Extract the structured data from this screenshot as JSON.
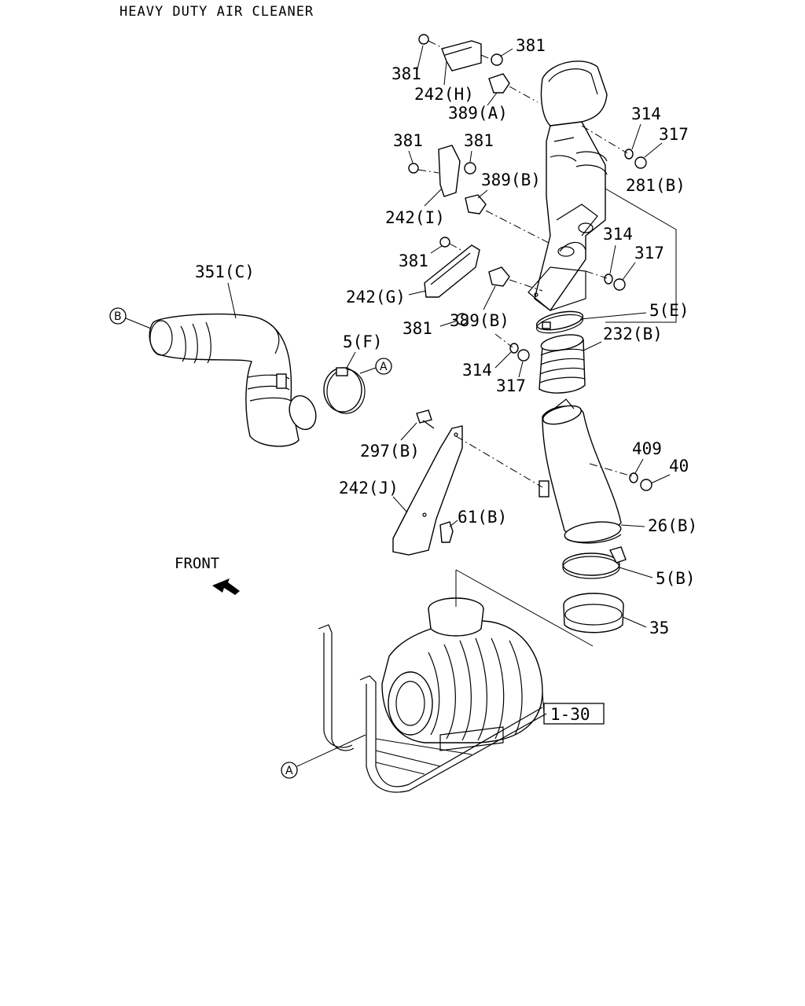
{
  "title": "HEAVY DUTY AIR CLEANER",
  "front_label": "FRONT",
  "ref_box": "1-30",
  "circle_markers": {
    "a1": "A",
    "a2": "A",
    "b1": "B"
  },
  "labels": {
    "381a": "381",
    "381b": "381",
    "242H": "242(H)",
    "389A": "389(A)",
    "314a": "314",
    "317a": "317",
    "381c": "381",
    "381d": "381",
    "389B1": "389(B)",
    "281B": "281(B)",
    "242I": "242(I)",
    "314b": "314",
    "317b": "317",
    "381e": "381",
    "351C": "351(C)",
    "242G": "242(G)",
    "389B2": "389(B)",
    "5E": "5(E)",
    "381f": "381",
    "5F": "5(F)",
    "232B": "232(B)",
    "314c": "314",
    "317c": "317",
    "297B": "297(B)",
    "409": "409",
    "40": "40",
    "242J": "242(J)",
    "61B": "61(B)",
    "26B": "26(B)",
    "5B": "5(B)",
    "35": "35"
  }
}
